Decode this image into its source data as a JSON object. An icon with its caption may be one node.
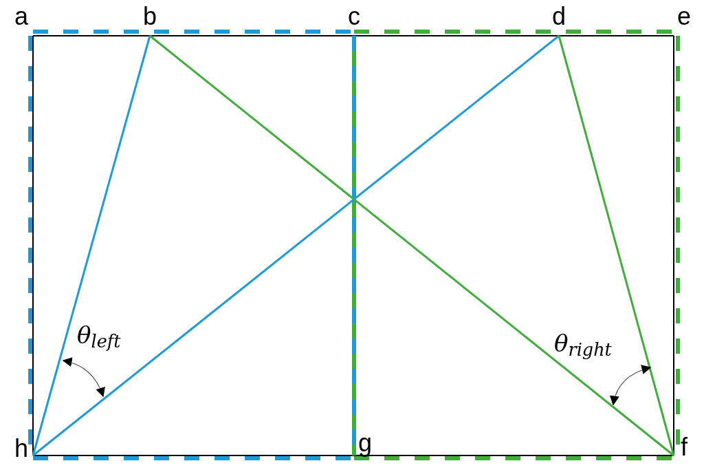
{
  "diagram": {
    "nodes": [
      {
        "text": [
          "a"
        ]
      },
      {
        "text": [
          "b"
        ]
      },
      {
        "text": [
          "c"
        ]
      },
      {
        "text": [
          "d"
        ]
      },
      {
        "text": [
          "e"
        ]
      },
      {
        "text": [
          "f"
        ]
      },
      {
        "text": [
          "g"
        ]
      },
      {
        "text": [
          "h"
        ]
      }
    ],
    "edges": [
      {
        "from": 0,
        "to": 2,
        "arrow": "none",
        "color": "#000000"
      },
      {
        "from": 2,
        "to": 4,
        "arrow": "none",
        "color": "#000000"
      },
      {
        "from": 4,
        "to": 5,
        "arrow": "none",
        "color": "#000000"
      },
      {
        "from": 6,
        "to": 5,
        "arrow": "none",
        "color": "#000000"
      },
      {
        "from": 7,
        "to": 6,
        "arrow": "none",
        "color": "#000000"
      },
      {
        "from": 0,
        "to": 7,
        "arrow": "none",
        "color": "#000000"
      },
      {
        "from": 0,
        "to": 2,
        "arrow": "none",
        "style": "dashed",
        "color": "#1e9ad6"
      },
      {
        "from": 0,
        "to": 7,
        "arrow": "none",
        "style": "dashed",
        "color": "#1e9ad6"
      },
      {
        "from": 7,
        "to": 6,
        "arrow": "none",
        "style": "dashed",
        "color": "#1e9ad6"
      },
      {
        "from": 2,
        "to": 6,
        "arrow": "none",
        "style": "dashed",
        "color": "#1e9ad6"
      },
      {
        "from": 2,
        "to": 6,
        "arrow": "none",
        "style": "dashed",
        "color": "#41ac3b"
      },
      {
        "from": 2,
        "to": 4,
        "arrow": "none",
        "style": "dashed",
        "color": "#41ac3b"
      },
      {
        "from": 4,
        "to": 5,
        "arrow": "none",
        "style": "dashed",
        "color": "#41ac3b"
      },
      {
        "from": 6,
        "to": 5,
        "arrow": "none",
        "style": "dashed",
        "color": "#41ac3b"
      },
      {
        "from": 7,
        "to": 1,
        "arrow": "none",
        "color": "#1e9ad6"
      },
      {
        "from": 7,
        "to": 3,
        "arrow": "none",
        "color": "#1e9ad6"
      },
      {
        "from": 1,
        "to": 5,
        "arrow": "none",
        "color": "#41ac3b"
      },
      {
        "from": 3,
        "to": 5,
        "arrow": "none",
        "color": "#41ac3b"
      }
    ],
    "labels": [
      "θ$_{left}$",
      "θ$_{right}$"
    ]
  }
}
